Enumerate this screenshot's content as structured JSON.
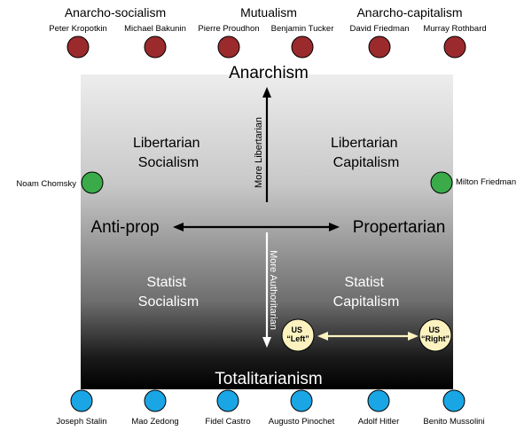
{
  "groups": {
    "anarcho_socialism": "Anarcho-socialism",
    "mutualism": "Mutualism",
    "anarcho_capitalism": "Anarcho-capitalism"
  },
  "top_people": [
    {
      "name": "Peter Kropotkin",
      "color": "#9b2a2d"
    },
    {
      "name": "Michael Bakunin",
      "color": "#9b2a2d"
    },
    {
      "name": "Pierre Proudhon",
      "color": "#9b2a2d"
    },
    {
      "name": "Benjamin Tucker",
      "color": "#9b2a2d"
    },
    {
      "name": "David Friedman",
      "color": "#9b2a2d"
    },
    {
      "name": "Murray Rothbard",
      "color": "#9b2a2d"
    }
  ],
  "bottom_people": [
    {
      "name": "Joseph Stalin",
      "color": "#1aa6e4"
    },
    {
      "name": "Mao Zedong",
      "color": "#1aa6e4"
    },
    {
      "name": "Fidel Castro",
      "color": "#1aa6e4"
    },
    {
      "name": "Augusto Pinochet",
      "color": "#1aa6e4"
    },
    {
      "name": "Adolf Hitler",
      "color": "#1aa6e4"
    },
    {
      "name": "Benito Mussolini",
      "color": "#1aa6e4"
    }
  ],
  "side_people": {
    "left": {
      "name": "Noam Chomsky",
      "color": "#3bab4a"
    },
    "right": {
      "name": "Milton Friedman",
      "color": "#3bab4a"
    }
  },
  "axes": {
    "top": "Anarchism",
    "bottom": "Totalitarianism",
    "left": "Anti-prop",
    "right": "Propertarian",
    "up_label": "More Libertarian",
    "down_label": "More Authoritarian"
  },
  "quadrants": {
    "top_left": [
      "Libertarian",
      "Socialism"
    ],
    "top_right": [
      "Libertarian",
      "Capitalism"
    ],
    "bottom_left": [
      "Statist",
      "Socialism"
    ],
    "bottom_right": [
      "Statist",
      "Capitalism"
    ]
  },
  "us": {
    "left": {
      "line1": "US",
      "line2": "“Left”"
    },
    "right": {
      "line1": "US",
      "line2": "“Right”"
    },
    "color": "#fbf2c0"
  }
}
